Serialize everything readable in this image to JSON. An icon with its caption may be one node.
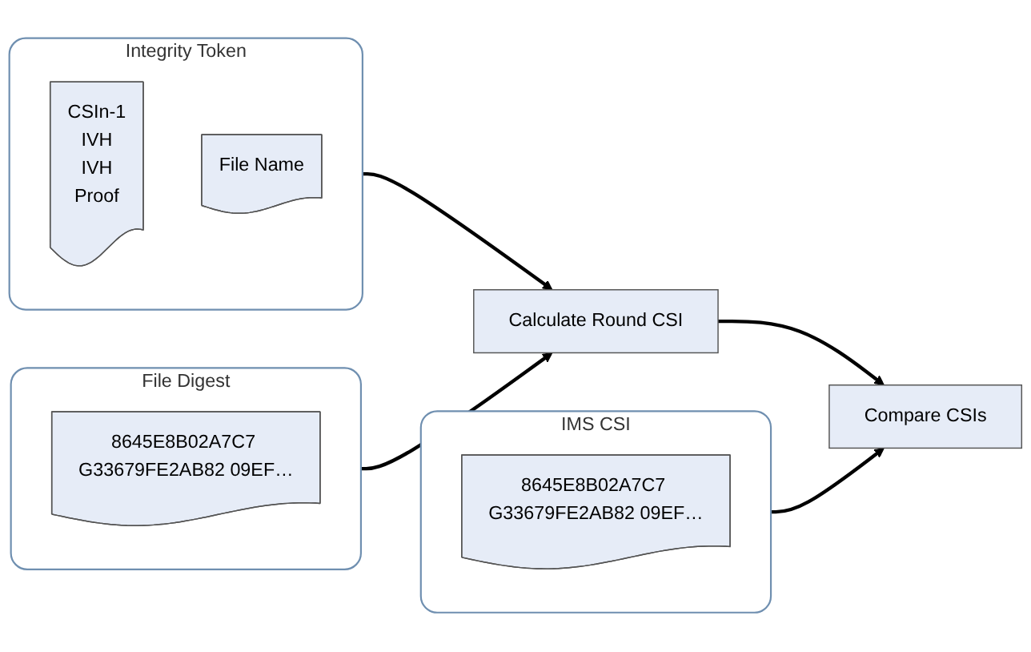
{
  "diagram": {
    "nodes": [
      {
        "text": [
          "Integrity Token"
        ]
      },
      {
        "text": [
          "CSIn-1",
          "IVH",
          "IVH",
          "Proof"
        ],
        "in": 0
      },
      {
        "text": [
          "File Name"
        ],
        "in": 0
      },
      {
        "text": [
          "Calculate Round CSI"
        ]
      },
      {
        "text": [
          "IMS CSI"
        ]
      },
      {
        "text": [
          "8645E8B02A7C7 G33679FE2AB82 09EF…"
        ],
        "in": 4
      },
      {
        "text": [
          "Compare CSIs"
        ]
      },
      {
        "text": [
          "File Digest"
        ]
      },
      {
        "text": [
          "8645E8B02A7C7 G33679FE2AB82 09EF…"
        ],
        "in": 7
      }
    ],
    "edges": [
      {
        "from": 0,
        "to": 3,
        "arrow": "to"
      },
      {
        "from": 7,
        "to": 3,
        "arrow": "to"
      },
      {
        "from": 3,
        "to": 6,
        "arrow": "to"
      },
      {
        "from": 4,
        "to": 6,
        "arrow": "to"
      }
    ]
  }
}
